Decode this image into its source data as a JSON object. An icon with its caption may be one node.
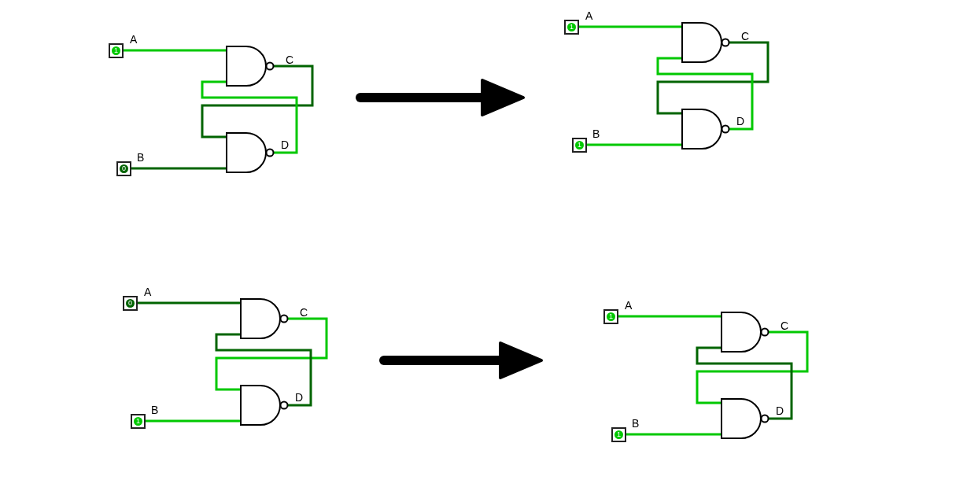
{
  "diagram": {
    "nodes": [
      {
        "text": [
          "1"
        ],
        "beside": [
          "A"
        ]
      },
      {
        "text": [],
        "shape": "gate",
        "beside": [
          "C"
        ]
      },
      {
        "text": [],
        "shape": "gate",
        "beside": [
          "D"
        ]
      },
      {
        "text": [
          "0"
        ],
        "beside": [
          "B"
        ]
      },
      {
        "text": [
          "1"
        ],
        "beside": [
          "A"
        ]
      },
      {
        "text": [],
        "shape": "gate",
        "beside": [
          "C"
        ]
      },
      {
        "text": [],
        "shape": "gate",
        "beside": [
          "D"
        ]
      },
      {
        "text": [
          "1"
        ],
        "beside": [
          "B"
        ]
      },
      {
        "text": [
          "0"
        ],
        "beside": [
          "A"
        ]
      },
      {
        "text": [],
        "shape": "gate",
        "beside": [
          "C"
        ]
      },
      {
        "text": [],
        "shape": "gate",
        "beside": [
          "D"
        ]
      },
      {
        "text": [
          "1"
        ],
        "beside": [
          "B"
        ]
      },
      {
        "text": [
          "1"
        ],
        "beside": [
          "A"
        ]
      },
      {
        "text": [],
        "shape": "gate",
        "beside": [
          "C"
        ]
      },
      {
        "text": [],
        "shape": "gate",
        "beside": [
          "D"
        ]
      },
      {
        "text": [
          "1"
        ],
        "beside": [
          "B"
        ]
      }
    ],
    "edges": [
      {
        "from": 0,
        "to": 1,
        "arrow": "none",
        "color": "#00c800"
      },
      {
        "from": 3,
        "to": 2,
        "arrow": "none",
        "color": "#006400"
      },
      {
        "from": 1,
        "to": 2,
        "arrow": "none",
        "color": "#006400"
      },
      {
        "from": 2,
        "to": 1,
        "arrow": "none",
        "color": "#00c800"
      },
      {
        "from": 4,
        "to": 5,
        "arrow": "none",
        "color": "#00c800"
      },
      {
        "from": 7,
        "to": 6,
        "arrow": "none",
        "color": "#00c800"
      },
      {
        "from": 5,
        "to": 6,
        "arrow": "none",
        "color": "#006400"
      },
      {
        "from": 6,
        "to": 5,
        "arrow": "none",
        "color": "#00c800"
      },
      {
        "from": 8,
        "to": 9,
        "arrow": "none",
        "color": "#006400"
      },
      {
        "from": 11,
        "to": 10,
        "arrow": "none",
        "color": "#00c800"
      },
      {
        "from": 9,
        "to": 10,
        "arrow": "none",
        "color": "#00c800"
      },
      {
        "from": 10,
        "to": 9,
        "arrow": "none",
        "color": "#006400"
      },
      {
        "from": 12,
        "to": 13,
        "arrow": "none",
        "color": "#00c800"
      },
      {
        "from": 15,
        "to": 14,
        "arrow": "none",
        "color": "#00c800"
      },
      {
        "from": 13,
        "to": 14,
        "arrow": "none",
        "color": "#00c800"
      },
      {
        "from": 14,
        "to": 13,
        "arrow": "none",
        "color": "#006400"
      }
    ]
  }
}
